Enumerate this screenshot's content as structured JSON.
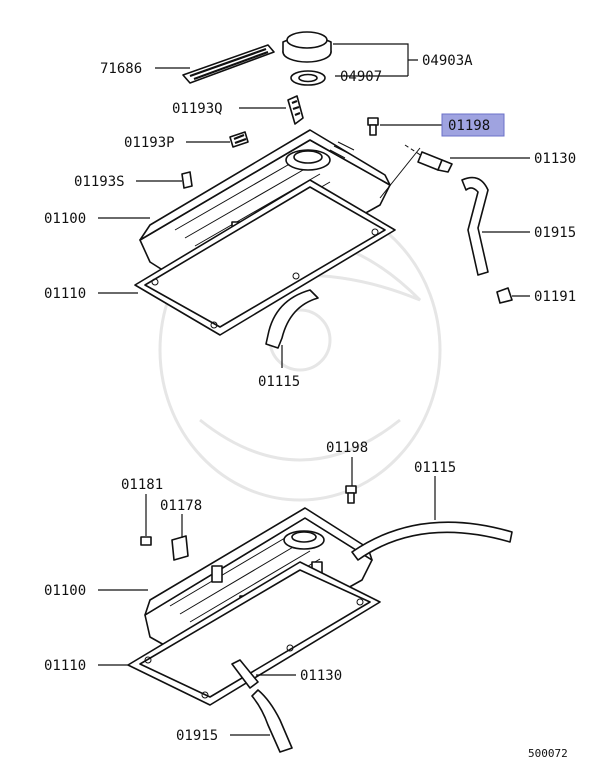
{
  "labels": {
    "l71686": "71686",
    "l04903A": "04903A",
    "l04907": "04907",
    "l01193Q": "01193Q",
    "l01198_top": "01198",
    "l01193P": "01193P",
    "l01130_top": "01130",
    "l01193S": "01193S",
    "l01100_top": "01100",
    "l01915_top": "01915",
    "l01110_top": "01110",
    "l01191": "01191",
    "l01115_top": "01115",
    "l01198_bottom": "01198",
    "l01115_bottom": "01115",
    "l01181": "01181",
    "l01178": "01178",
    "l01100_bottom": "01100",
    "l01110_bottom": "01110",
    "l01130_bottom": "01130",
    "l01915_bottom": "01915",
    "diagram_id": "500072"
  },
  "highlight": {
    "label": "01198",
    "color": "#9fa3e0"
  },
  "icons": [
    "oil-filler-cap",
    "cap-gasket",
    "decal-plate",
    "rocker-cover",
    "rocker-cover-gasket",
    "pcv-valve",
    "breather-hose",
    "bolt",
    "clip",
    "bracket",
    "watermark-emblem"
  ]
}
